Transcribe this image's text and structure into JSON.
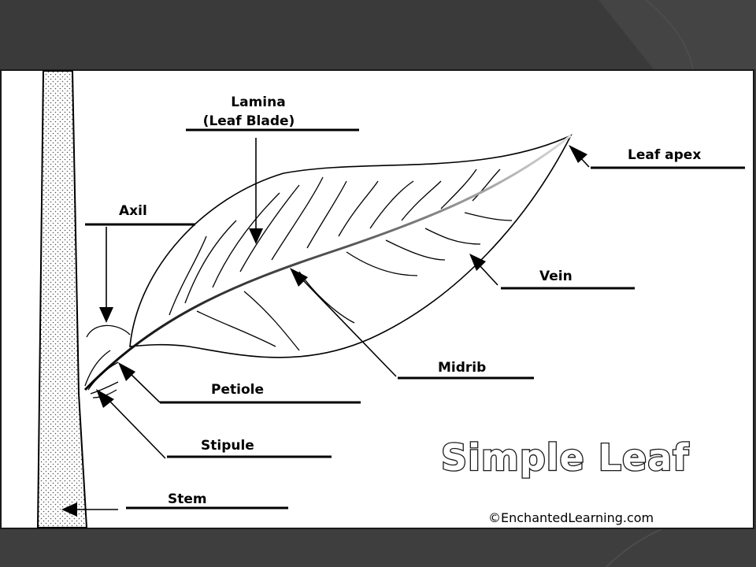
{
  "labels": {
    "lamina_line1": "Lamina",
    "lamina_line2": "(Leaf Blade)",
    "leaf_apex": "Leaf apex",
    "axil": "Axil",
    "vein": "Vein",
    "midrib": "Midrib",
    "petiole": "Petiole",
    "stipule": "Stipule",
    "stem": "Stem"
  },
  "title": "Simple Leaf",
  "credit": "©EnchantedLearning.com",
  "colors": {
    "background": "#3b3b3b",
    "panel": "#ffffff",
    "ink": "#000000"
  }
}
